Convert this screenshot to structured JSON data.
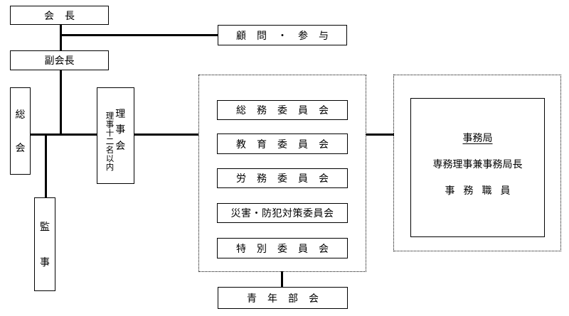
{
  "chart": {
    "chairman": "会長",
    "advisors": "顧問・参与",
    "vice_chairman": "副会長",
    "general_assembly": [
      "総",
      "会"
    ],
    "auditors": [
      "監",
      "事"
    ],
    "directors": {
      "title": [
        "理",
        "事",
        "会"
      ],
      "note": [
        "理",
        "事",
        "十",
        "二",
        "名",
        "以",
        "内"
      ]
    },
    "committees": [
      "総務委員会",
      "教育委員会",
      "労務委員会",
      "災害・防犯対策委員会",
      "特別委員会"
    ],
    "secretariat": {
      "title": "事務局",
      "line1": "専務理事兼事務局長",
      "line2": "事務職員"
    },
    "youth": "青年部会"
  }
}
